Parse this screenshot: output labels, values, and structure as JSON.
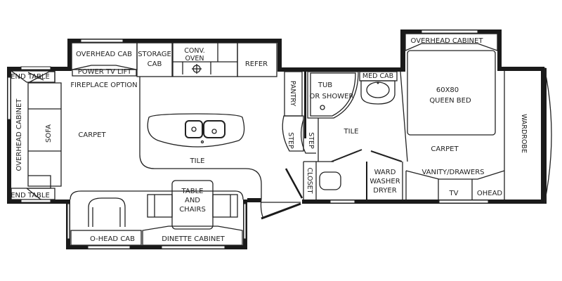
{
  "floorplan": {
    "rooms": {
      "living": {
        "overhead_cab": "OVERHEAD CAB",
        "power_tv_lift": "POWER TV LIFT",
        "fireplace_option": "FIREPLACE OPTION",
        "end_table_top": "END TABLE",
        "end_table_bottom": "END TABLE",
        "overhead_cabinet_side": "OVERHEAD CABINET",
        "sofa": "SOFA",
        "carpet": "CARPET"
      },
      "kitchen": {
        "storage_cab_line1": "STORAGE",
        "storage_cab_line2": "CAB",
        "conv_oven_line1": "CONV.",
        "conv_oven_line2": "OVEN",
        "refer": "REFER",
        "tile": "TILE"
      },
      "dinette": {
        "table_line1": "TABLE",
        "table_line2": "AND",
        "table_line3": "CHAIRS",
        "o_head_cab": "O-HEAD CAB",
        "dinette_cabinet": "DINETTE CABINET"
      },
      "bath": {
        "pantry": "PANTRY",
        "tub_line1": "TUB",
        "tub_line2": "OR SHOWER",
        "med_cab": "MED CAB",
        "tile": "TILE",
        "step_left": "STEP",
        "step_right": "STEP",
        "closet": "CLOSET",
        "ward_line1": "WARD",
        "ward_line2": "WASHER",
        "ward_line3": "DRYER"
      },
      "bedroom": {
        "overhead_cabinet": "OVERHEAD CABINET",
        "bed_size": "60X80",
        "bed_type": "QUEEN BED",
        "carpet": "CARPET",
        "vanity": "VANITY/DRAWERS",
        "tv": "TV",
        "ohead": "OHEAD",
        "wardrobe": "WARDROBE"
      }
    }
  }
}
